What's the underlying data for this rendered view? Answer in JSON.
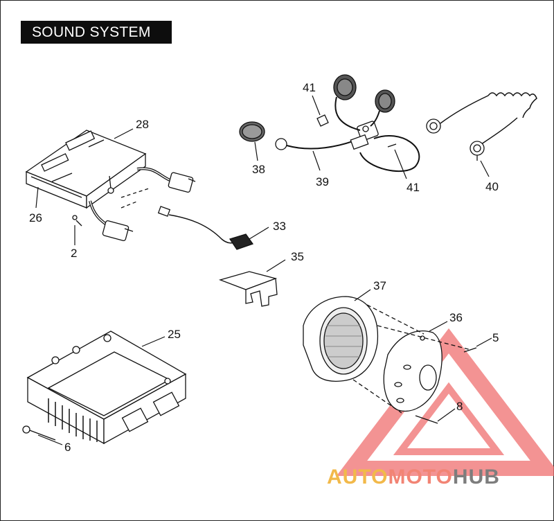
{
  "title": "SOUND SYSTEM",
  "callouts": {
    "c28": "28",
    "c26": "26",
    "c2": "2",
    "c33": "33",
    "c35": "35",
    "c41a": "41",
    "c41b": "41",
    "c38": "38",
    "c39": "39",
    "c40": "40",
    "c37": "37",
    "c36": "36",
    "c5": "5",
    "c8": "8",
    "c25": "25",
    "c6": "6"
  },
  "watermark": {
    "part1": "AUTO",
    "part2": "MOTO",
    "part3": "HUB",
    "colors": {
      "auto": "#f2b94a",
      "moto": "#f28474",
      "hub": "#7d7d7d",
      "triangle": "#f07070"
    }
  }
}
